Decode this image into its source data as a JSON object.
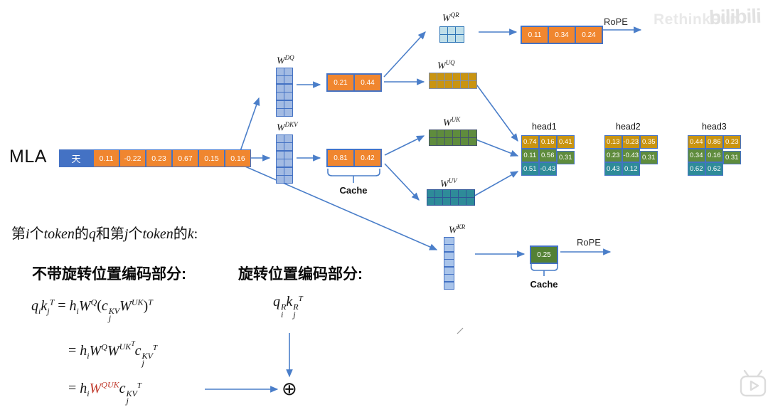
{
  "labels": {
    "mla": "MLA",
    "cache": "Cache",
    "rope": "RoPE",
    "oplus": "⊕",
    "heading_no_rope": "不带旋转位置编码部分:",
    "heading_rope": "旋转位置编码部分:"
  },
  "watermark": {
    "brand": "RethinkFun",
    "logo": "bilibili"
  },
  "token_row": {
    "token": "天",
    "values": [
      "0.11",
      "-0.22",
      "0.23",
      "0.67",
      "0.15",
      "0.16"
    ]
  },
  "matrices": {
    "wdq": {
      "label": "W",
      "sup": "DQ",
      "cols": 2,
      "rows": 6,
      "fill": "#A3BBE3",
      "border": "#4472C4"
    },
    "wdkv": {
      "label": "W",
      "sup": "DKV",
      "cols": 2,
      "rows": 6,
      "fill": "#A3BBE3",
      "border": "#4472C4"
    },
    "wqr": {
      "label": "W",
      "sup": "QR",
      "cols": 3,
      "rows": 2,
      "fill": "#BFDFE9",
      "border": "#2E75B6"
    },
    "wuq": {
      "label": "W",
      "sup": "UQ",
      "cols": 6,
      "rows": 2,
      "fill": "#C99411",
      "border": "#7F8FAF"
    },
    "wuk": {
      "label": "W",
      "sup": "UK",
      "cols": 6,
      "rows": 2,
      "fill": "#5F8C3D",
      "border": "#44546A"
    },
    "wuv": {
      "label": "W",
      "sup": "UV",
      "cols": 6,
      "rows": 2,
      "fill": "#2E8B99",
      "border": "#2F5597"
    },
    "wkr": {
      "label": "W",
      "sup": "KR",
      "cols": 1,
      "rows": 7,
      "fill": "#A9C4EA",
      "border": "#4472C4"
    }
  },
  "vectors": {
    "cq": [
      "0.21",
      "0.44"
    ],
    "ckv": [
      "0.81",
      "0.42"
    ],
    "qrope": [
      "0.11",
      "0.34",
      "0.24"
    ],
    "krope": [
      "0.25"
    ]
  },
  "heads": {
    "row_colors": [
      "#C99411",
      "#5F8C3D",
      "#2E8B99"
    ],
    "items": [
      {
        "name": "head1",
        "rows": [
          [
            "0.74",
            "0.16",
            "0.41"
          ],
          [
            "0.11",
            "0.56",
            "0.31"
          ],
          [
            "0.51",
            "-0.43"
          ]
        ]
      },
      {
        "name": "head2",
        "rows": [
          [
            "0.13",
            "-0.23",
            "0.35"
          ],
          [
            "0.23",
            "-0.43",
            "0.31"
          ],
          [
            "0.43",
            "0.12"
          ]
        ]
      },
      {
        "name": "head3",
        "rows": [
          [
            "0.44",
            "0.86",
            "0.23"
          ],
          [
            "0.34",
            "0.16",
            "0.31"
          ],
          [
            "0.62",
            "0.62"
          ]
        ]
      }
    ]
  },
  "formulas": {
    "intro": [
      {
        "t": "第",
        "rm": true
      },
      {
        "t": "i"
      },
      {
        "t": "个",
        "rm": true
      },
      {
        "t": "token"
      },
      {
        "t": "的",
        "rm": true
      },
      {
        "t": "q"
      },
      {
        "t": "和第",
        "rm": true
      },
      {
        "t": "j"
      },
      {
        "t": "个",
        "rm": true
      },
      {
        "t": "token"
      },
      {
        "t": "的",
        "rm": true
      },
      {
        "t": "k"
      },
      {
        "t": ":",
        "rm": true
      }
    ],
    "f1": [
      {
        "t": "q",
        "sub": "i"
      },
      {
        "t": "k",
        "sub": "j",
        "tsup": "T"
      },
      {
        "t": " = ",
        "rm": true
      },
      {
        "t": "h",
        "sub": "i"
      },
      {
        "t": "W",
        "tsup": "Q"
      },
      {
        "t": "(",
        "rm": true
      },
      {
        "t": "c",
        "sub": "j",
        "sup": "KV"
      },
      {
        "t": "W",
        "tsup": "UK"
      },
      {
        "t": ")",
        "rm": true,
        "tsup": "T"
      }
    ],
    "f2": [
      {
        "t": "= ",
        "rm": true
      },
      {
        "t": "h",
        "sub": "i"
      },
      {
        "t": "W",
        "tsup": "Q"
      },
      {
        "t": "W",
        "tsup": "UK",
        "tssup": "T"
      },
      {
        "t": "c",
        "sub": "j",
        "sup": "KV",
        "tsup": "T"
      }
    ],
    "f3": [
      {
        "t": "= ",
        "rm": true
      },
      {
        "t": "h",
        "sub": "i"
      },
      {
        "t": "W",
        "tsup": "QUK",
        "color": "#C0392B"
      },
      {
        "t": "c",
        "sub": "j",
        "sup": "KV",
        "tsup": "T"
      }
    ],
    "fr": [
      {
        "t": "q",
        "sub": "i",
        "sup": "R"
      },
      {
        "t": "k",
        "sub": "j",
        "sup": "R",
        "tsup": "T"
      }
    ]
  },
  "colors": {
    "arrow": "#4A7EC9",
    "orange": "#ED7D31",
    "blue": "#4472C4",
    "gold": "#C99411",
    "green": "#5F8C3D",
    "teal": "#2E8B99",
    "cache_green": "#538135",
    "formula_red": "#C0392B"
  }
}
